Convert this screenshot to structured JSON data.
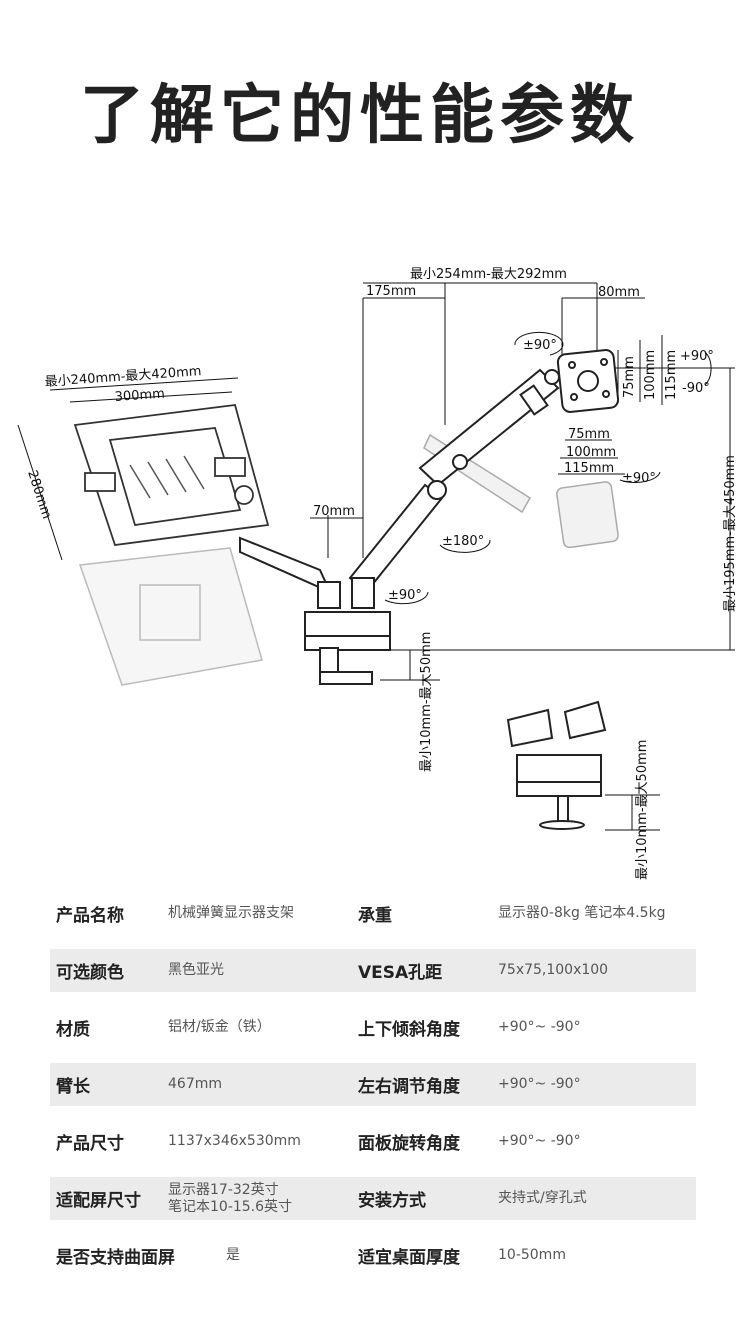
{
  "page_title": "了解它的性能参数",
  "dimensions": {
    "reach_range": "最小254mm-最大292mm",
    "offset_175": "175mm",
    "offset_80": "80mm",
    "tray_width_range": "最小240mm-最大420mm",
    "tray_300": "300mm",
    "tray_280": "280mm",
    "height_70": "70mm",
    "vesa_75_v": "75mm",
    "vesa_100_v": "100mm",
    "vesa_115_v": "115mm",
    "vesa_75_h": "75mm",
    "vesa_100_h": "100mm",
    "vesa_115_h": "115mm",
    "height_range": "最小195mm-最大450mm",
    "clamp_range": "最小10mm-最大50mm",
    "clamp_range_2": "最小10mm-最大50mm"
  },
  "rotations": {
    "rot_tilt_top": "±90°",
    "rot_plus90": "+90°",
    "rot_minus90": "-90°",
    "rot_panel": "±90°",
    "rot_180": "±180°",
    "rot_base": "±90°"
  },
  "specs": [
    {
      "label1": "产品名称",
      "value1": "机械弹簧显示器支架",
      "label2": "承重",
      "value2": "显示器0-8kg 笔记本4.5kg",
      "shade": false
    },
    {
      "label1": "可选颜色",
      "value1": "黑色亚光",
      "label2": "VESA孔距",
      "value2": "75x75,100x100",
      "shade": true
    },
    {
      "label1": "材质",
      "value1": "铝材/钣金（铁）",
      "label2": "上下倾斜角度",
      "value2": "+90°~ -90°",
      "shade": false
    },
    {
      "label1": "臂长",
      "value1": "467mm",
      "label2": "左右调节角度",
      "value2": "+90°~ -90°",
      "shade": true
    },
    {
      "label1": "产品尺寸",
      "value1": "1137x346x530mm",
      "label2": "面板旋转角度",
      "value2": "+90°~ -90°",
      "shade": false
    },
    {
      "label1": "适配屏尺寸",
      "value1a": "显示器17-32英寸",
      "value1b": "笔记本10-15.6英寸",
      "label2": "安装方式",
      "value2": "夹持式/穿孔式",
      "shade": true
    },
    {
      "label1": "是否支持曲面屏",
      "value1": "是",
      "label2": "适宜桌面厚度",
      "value2": "10-50mm",
      "shade": false
    }
  ],
  "colors": {
    "text": "#222222",
    "value": "#555555",
    "row_shade": "#ebebeb",
    "line": "#111111"
  }
}
